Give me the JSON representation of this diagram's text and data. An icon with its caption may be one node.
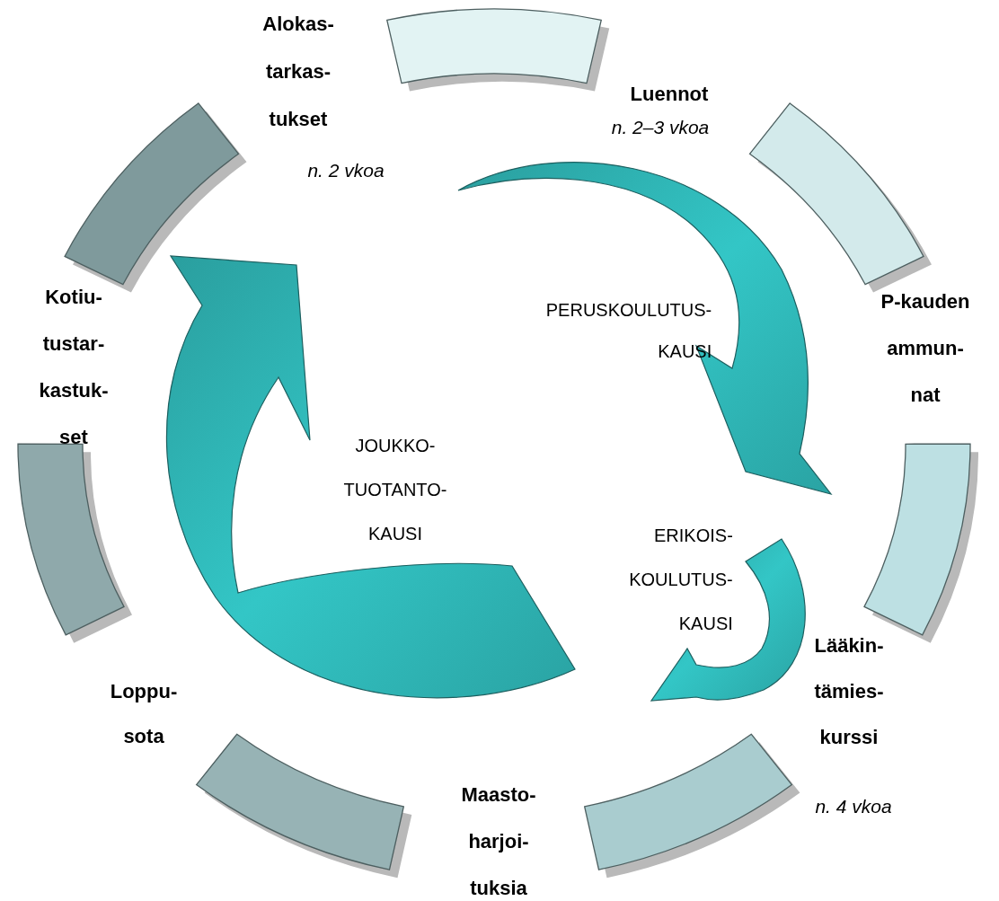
{
  "diagram": {
    "nodes": [
      {
        "text": [],
        "shape": "bar"
      },
      {
        "text": [],
        "shape": "bar"
      },
      {
        "text": [],
        "shape": "bar"
      },
      {
        "text": [],
        "shape": "bar"
      },
      {
        "text": [],
        "shape": "bar"
      },
      {
        "text": [],
        "shape": "bar"
      },
      {
        "text": [],
        "shape": "bar"
      }
    ],
    "labels": [
      "Alokas- tarkas- tukset",
      "Luennot",
      "n. 2–3 vkoa",
      "n. 2 vkoa",
      "P-kauden ammun- nat",
      "PERUSKOULUTUS- KAUSI",
      "Kotiu- tustar- kastuk- set",
      "JOUKKO- TUOTANTO- KAUSI",
      "ERIKOIS- KOULUTUS- KAUSI",
      "Lääkin- tämies- kurssi",
      "Loppu- sota",
      "n. 4 vkoa",
      "Maasto- harjoi- tuksia"
    ]
  }
}
